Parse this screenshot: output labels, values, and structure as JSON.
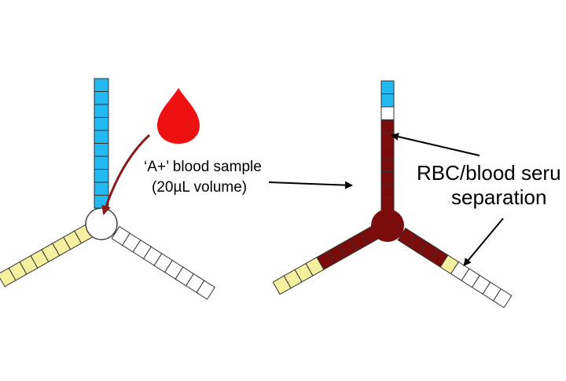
{
  "labels": {
    "sample_line1": "‘A+’ blood sample",
    "sample_line2": "(20µL volume)",
    "separation_line1": "RBC/blood seru",
    "separation_line2": "separation"
  },
  "colors": {
    "tube_blue": "#22b8f0",
    "tube_yellow": "#f5f0a0",
    "tube_empty": "#ffffff",
    "blood_dark": "#7a0c0c",
    "blood_drop": "#ee1111",
    "arrow_dark_red": "#8b1a1a",
    "outline": "#333333"
  },
  "icons": {
    "drop": "blood-drop-icon"
  }
}
